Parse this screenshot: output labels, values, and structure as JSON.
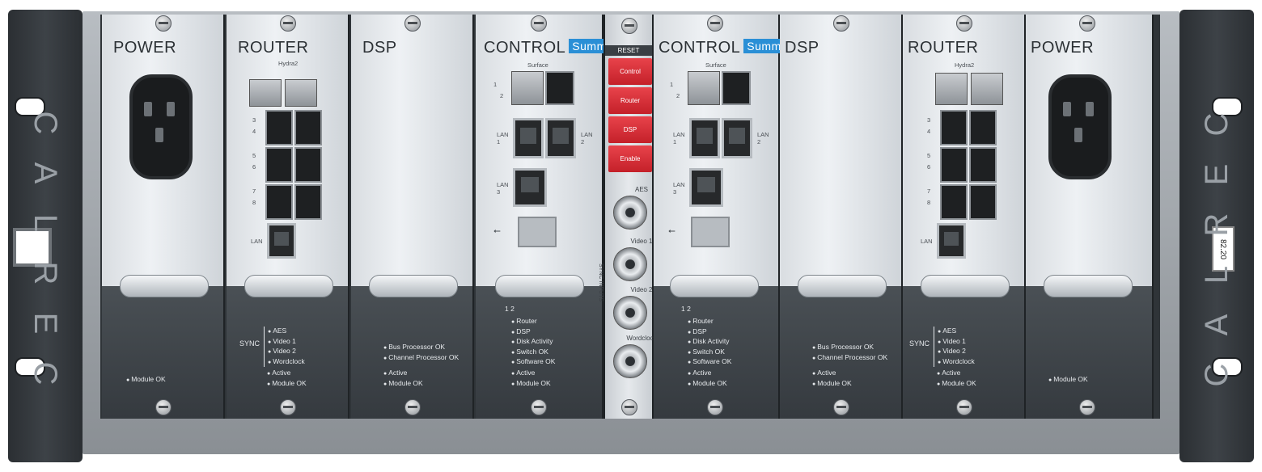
{
  "brand": {
    "name": "CALREC",
    "letters": [
      "C",
      "A",
      "L",
      "R",
      "E",
      "C"
    ]
  },
  "rack_label": "82.20",
  "modules": [
    {
      "id": "power-left",
      "title": "POWER",
      "status": [
        "Module OK"
      ]
    },
    {
      "id": "router-left",
      "title": "ROUTER",
      "subtitle": "Hydra2",
      "port_labels": [
        "3",
        "4",
        "5",
        "6",
        "7",
        "8"
      ],
      "lan_label": "LAN",
      "sync_label": "SYNC",
      "sync_items": [
        "AES",
        "Video 1",
        "Video 2",
        "Wordclock"
      ],
      "status": [
        "Active",
        "Module OK"
      ]
    },
    {
      "id": "dsp-left",
      "title": "DSP",
      "status_top": [
        "Bus Processor OK",
        "Channel Processor OK"
      ],
      "status": [
        "Active",
        "Module OK"
      ]
    },
    {
      "id": "control-left",
      "title": "CONTROL",
      "badge": "Summa",
      "surface_label": "Surface",
      "port_nums": [
        "1",
        "2"
      ],
      "lan1": "LAN 1",
      "lan2": "LAN 2",
      "lan3": "LAN 3",
      "routes": [
        "Router",
        "DSP",
        "Disk Activity",
        "Switch OK",
        "Software OK"
      ],
      "route_nums": [
        "1",
        "2"
      ],
      "status": [
        "Active",
        "Module OK"
      ]
    },
    {
      "id": "control-right",
      "title": "CONTROL",
      "badge": "Summa",
      "surface_label": "Surface",
      "port_nums": [
        "1",
        "2"
      ],
      "lan1": "LAN 1",
      "lan2": "LAN 2",
      "lan3": "LAN 3",
      "routes": [
        "Router",
        "DSP",
        "Disk Activity",
        "Switch OK",
        "Software OK"
      ],
      "route_nums": [
        "1",
        "2"
      ],
      "status": [
        "Active",
        "Module OK"
      ]
    },
    {
      "id": "dsp-right",
      "title": "DSP",
      "status_top": [
        "Bus Processor OK",
        "Channel Processor OK"
      ],
      "status": [
        "Active",
        "Module OK"
      ]
    },
    {
      "id": "router-right",
      "title": "ROUTER",
      "subtitle": "Hydra2",
      "port_labels": [
        "3",
        "4",
        "5",
        "6",
        "7",
        "8"
      ],
      "lan_label": "LAN",
      "sync_label": "SYNC",
      "sync_items": [
        "AES",
        "Video 1",
        "Video 2",
        "Wordclock"
      ],
      "status": [
        "Active",
        "Module OK"
      ]
    },
    {
      "id": "power-right",
      "title": "POWER",
      "status": [
        "Module OK"
      ]
    }
  ],
  "reset_panel": {
    "title": "RESET",
    "buttons": [
      "Control",
      "Router",
      "DSP",
      "Enable"
    ],
    "sync_inputs_label": "SYNC INPUTS",
    "connectors": [
      "AES",
      "Video 1",
      "Video 2",
      "Wordclock"
    ]
  }
}
